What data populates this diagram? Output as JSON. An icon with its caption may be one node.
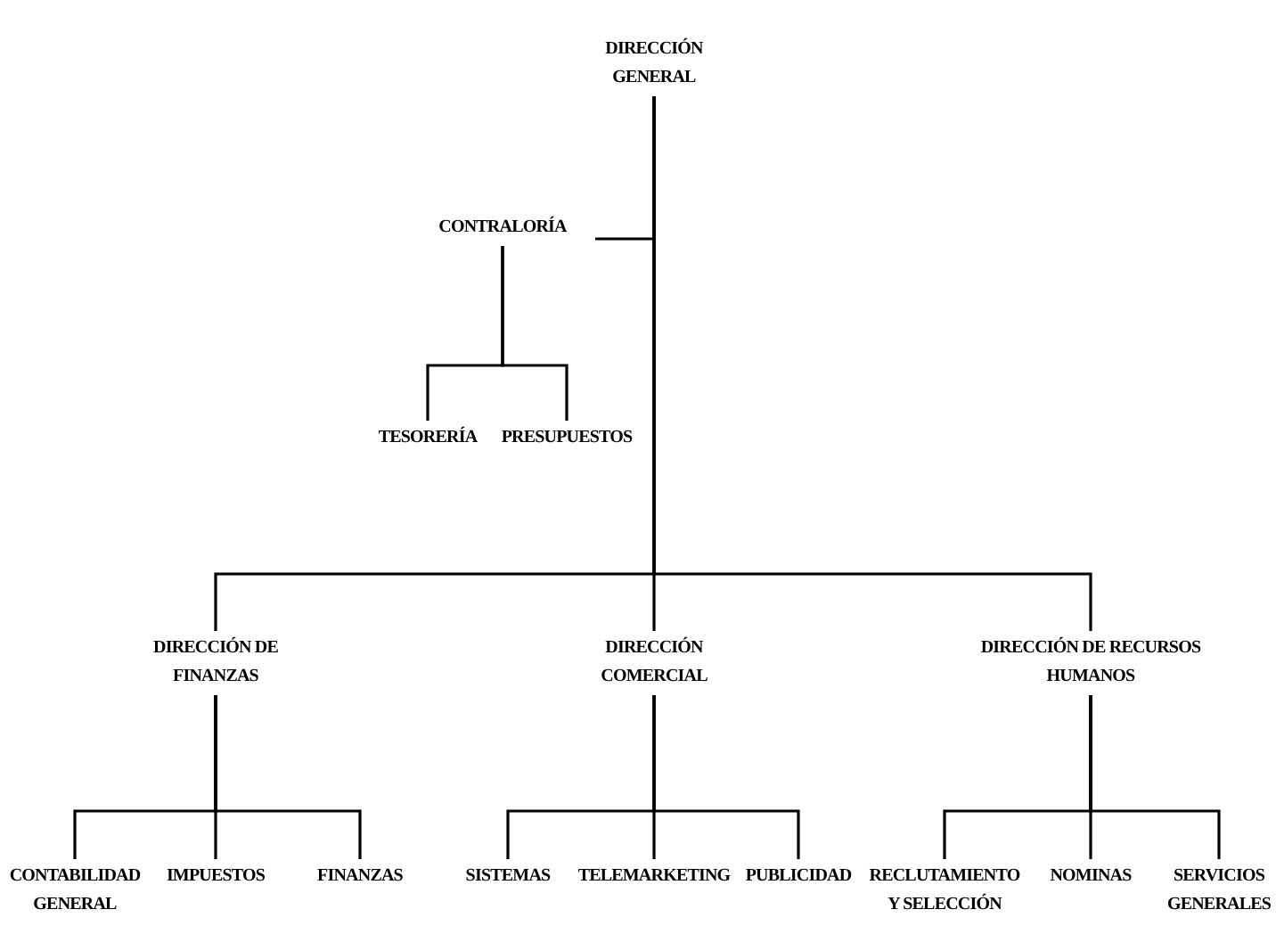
{
  "diagram": {
    "nodes": [
      {
        "text": [
          "DIRECCIÓN GENERAL"
        ]
      },
      {
        "text": [
          "CONTRALORÍA"
        ]
      },
      {
        "text": [
          "TESORERÍA"
        ]
      },
      {
        "text": [
          "PRESUPUESTOS"
        ]
      },
      {
        "text": [
          "DIRECCIÓN DE FINANZAS"
        ]
      },
      {
        "text": [
          "DIRECCIÓN COMERCIAL"
        ]
      },
      {
        "text": [
          "DIRECCIÓN DE RECURSOS HUMANOS"
        ]
      },
      {
        "text": [
          "CONTABILIDAD GENERAL"
        ]
      },
      {
        "text": [
          "IMPUESTOS"
        ]
      },
      {
        "text": [
          "FINANZAS"
        ]
      },
      {
        "text": [
          "SISTEMAS"
        ]
      },
      {
        "text": [
          "TELEMARKETING"
        ]
      },
      {
        "text": [
          "PUBLICIDAD"
        ]
      },
      {
        "text": [
          "RECLUTAMIENTO Y SELECCIÓN"
        ]
      },
      {
        "text": [
          "NOMINAS"
        ]
      },
      {
        "text": [
          "SERVICIOS GENERALES"
        ]
      }
    ],
    "edges": [
      {
        "from": 0,
        "to": 1,
        "arrow": "none"
      },
      {
        "from": 1,
        "to": 2,
        "arrow": "none"
      },
      {
        "from": 1,
        "to": 3,
        "arrow": "none"
      },
      {
        "from": 0,
        "to": 4,
        "arrow": "none"
      },
      {
        "from": 0,
        "to": 5,
        "arrow": "none"
      },
      {
        "from": 0,
        "to": 6,
        "arrow": "none"
      },
      {
        "from": 4,
        "to": 7,
        "arrow": "none"
      },
      {
        "from": 4,
        "to": 8,
        "arrow": "none"
      },
      {
        "from": 4,
        "to": 9,
        "arrow": "none"
      },
      {
        "from": 5,
        "to": 10,
        "arrow": "none"
      },
      {
        "from": 5,
        "to": 11,
        "arrow": "none"
      },
      {
        "from": 5,
        "to": 12,
        "arrow": "none"
      },
      {
        "from": 6,
        "to": 13,
        "arrow": "none"
      },
      {
        "from": 6,
        "to": 14,
        "arrow": "none"
      },
      {
        "from": 6,
        "to": 15,
        "arrow": "none"
      }
    ]
  }
}
